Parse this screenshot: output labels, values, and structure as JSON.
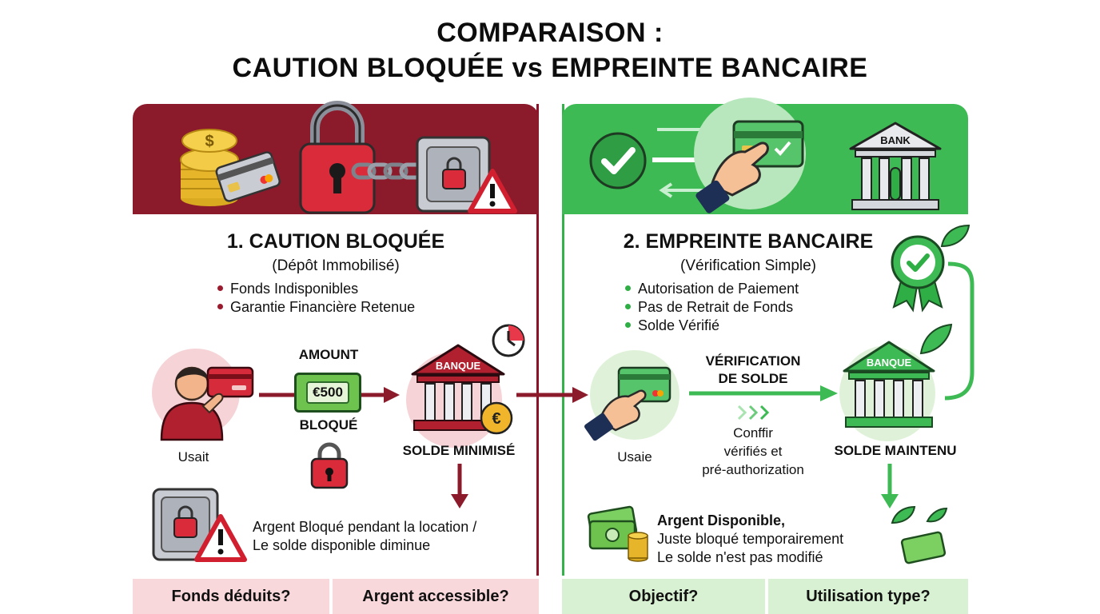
{
  "title": {
    "line1": "COMPARAISON :",
    "line2": "CAUTION BLOQUÉE vs EMPREINTE BANCAIRE"
  },
  "left": {
    "heading": "1. CAUTION BLOQUÉE",
    "subheading": "(Dépôt Immobilisé)",
    "bullets": [
      "Fonds Indisponibles",
      "Garantie Financière Retenue"
    ],
    "user_label": "Usait",
    "amount_label": "AMOUNT",
    "amount_value": "€500",
    "blocked_label": "BLOQUÉ",
    "bank_label": "BANQUE",
    "bank_caption": "SOLDE MINIMISÉ",
    "note_line1": "Argent Bloqué pendant la location /",
    "note_line2": "Le solde disponible diminue"
  },
  "right": {
    "heading": "2. EMPREINTE BANCAIRE",
    "subheading": "(Vérification Simple)",
    "bullets": [
      "Autorisation de Paiement",
      "Pas de Retrait de Fonds",
      "Solde Vérifié"
    ],
    "user_label": "Usaie",
    "verif_line1": "VÉRIFICATION",
    "verif_line2": "DE SOLDE",
    "confirm_line1": "Conffir",
    "confirm_line2": "vérifiés et",
    "confirm_line3": "pré-authorization",
    "bank_top_label": "BANK",
    "bank_label": "BANQUE",
    "bank_caption": "SOLDE MAINTENU",
    "note_line1": "Argent Disponible,",
    "note_line2": "Juste bloqué temporairement",
    "note_line3": "Le solde n'est pas modifié"
  },
  "bottom": {
    "cells": [
      "Fonds déduits?",
      "Argent accessible?",
      "Objectif?",
      "Utilisation type?"
    ]
  },
  "icons": [
    "coins-icon",
    "credit-card-icon",
    "padlock-icon",
    "chain-icon",
    "safe-icon",
    "warning-icon",
    "checkmark-icon",
    "hand-card-icon",
    "bank-icon",
    "badge-icon",
    "leaf-icon",
    "clock-icon",
    "euro-coin-icon",
    "money-icon"
  ],
  "colors": {
    "red_primary": "#8b1a2b",
    "red_light": "#f6d3d6",
    "green_primary": "#3dba53",
    "green_light": "#dff2d9"
  }
}
